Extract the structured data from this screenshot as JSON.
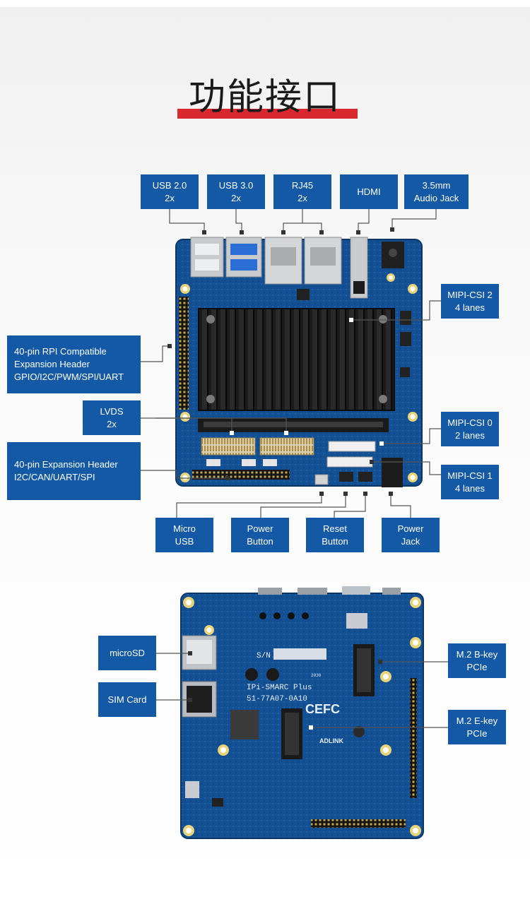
{
  "title": "功能接口",
  "top_board": {
    "labels": [
      {
        "id": "usb20",
        "text": "USB 2.0\n2x"
      },
      {
        "id": "usb30",
        "text": "USB 3.0\n2x"
      },
      {
        "id": "rj45",
        "text": "RJ45\n2x"
      },
      {
        "id": "hdmi",
        "text": "HDMI"
      },
      {
        "id": "audio",
        "text": "3.5mm\nAudio Jack"
      },
      {
        "id": "mipi2",
        "text": "MIPI-CSI 2\n4 lanes"
      },
      {
        "id": "rpi",
        "text": "40-pin RPI Compatible\nExpansion Header\nGPIO/I2C/PWM/SPI/UART"
      },
      {
        "id": "lvds",
        "text": "LVDS\n2x"
      },
      {
        "id": "exp40",
        "text": "40-pin Expansion Header\nI2C/CAN/UART/SPI"
      },
      {
        "id": "mipi0",
        "text": "MIPI-CSI 0\n2 lanes"
      },
      {
        "id": "mipi1",
        "text": "MIPI-CSI 1\n4 lanes"
      },
      {
        "id": "microusb",
        "text": "Micro\nUSB"
      },
      {
        "id": "powerbtn",
        "text": "Power\nButton"
      },
      {
        "id": "resetbtn",
        "text": "Reset\nButton"
      },
      {
        "id": "powerjack",
        "text": "Power\nJack"
      }
    ]
  },
  "bottom_board": {
    "silkscreen": {
      "sn": "S/N",
      "model": "IPi-SMARC Plus",
      "part": "51-77A07-0A10",
      "cert": "CEFC",
      "brand": "ADLINK",
      "year": "2030"
    },
    "labels": [
      {
        "id": "microsd",
        "text": "microSD"
      },
      {
        "id": "sim",
        "text": "SIM Card"
      },
      {
        "id": "m2b",
        "text": "M.2 B-key\nPCIe"
      },
      {
        "id": "m2e",
        "text": "M.2 E-key\nPCIe"
      }
    ]
  },
  "colors": {
    "label_bg": "#1459a6",
    "accent_bar": "#d9272e",
    "pcb": "#0f4a8c"
  }
}
